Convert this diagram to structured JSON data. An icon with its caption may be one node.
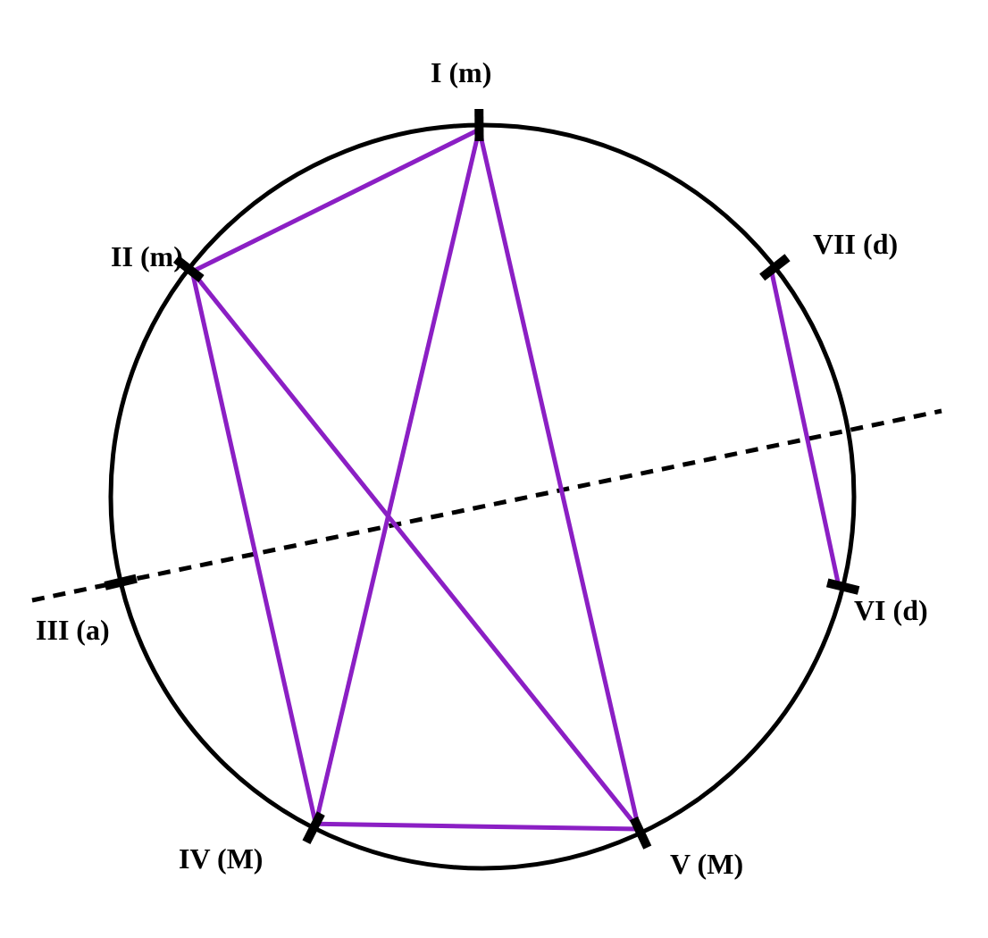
{
  "diagram": {
    "nodes": [
      {
        "text": [],
        "shape": "bar",
        "beside": [
          "I (m)"
        ]
      },
      {
        "text": [],
        "shape": "bar",
        "beside": [
          "II (m)"
        ]
      },
      {
        "text": [],
        "shape": "bar",
        "beside": [
          "VII (d)"
        ]
      },
      {
        "text": [],
        "shape": "bar",
        "beside": [
          "III (a)"
        ]
      },
      {
        "text": [],
        "shape": "bar",
        "beside": [
          "VI (d)"
        ]
      },
      {
        "text": [],
        "shape": "bar",
        "beside": [
          "IV (M)"
        ]
      },
      {
        "text": [],
        "shape": "bar",
        "beside": [
          "V (M)"
        ]
      }
    ],
    "edges": [
      {
        "from": 0,
        "to": 1,
        "arrow": "none"
      },
      {
        "from": 0,
        "to": 5,
        "arrow": "none"
      },
      {
        "from": 0,
        "to": 6,
        "arrow": "none"
      },
      {
        "from": 1,
        "to": 5,
        "arrow": "none"
      },
      {
        "from": 1,
        "to": 6,
        "arrow": "none"
      },
      {
        "from": 5,
        "to": 6,
        "arrow": "none"
      },
      {
        "from": 2,
        "to": 4,
        "arrow": "none"
      }
    ]
  }
}
